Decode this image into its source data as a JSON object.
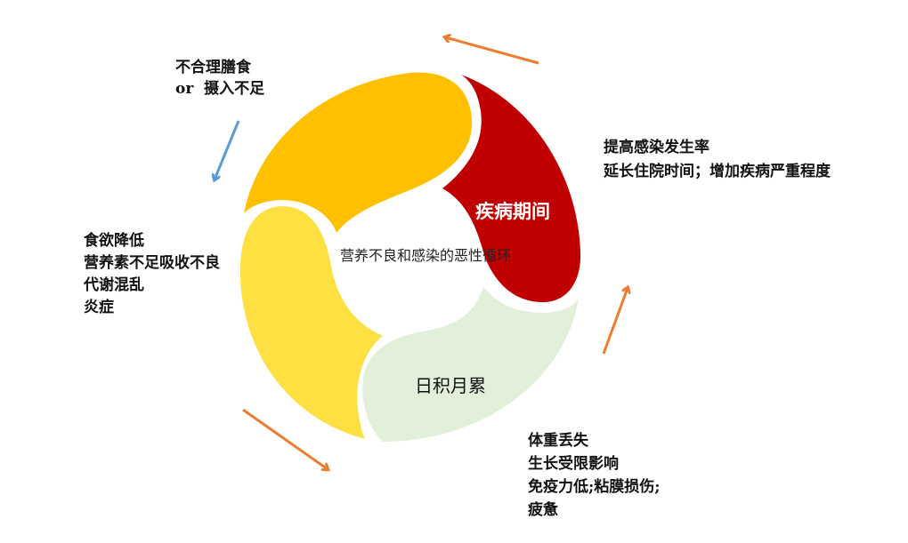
{
  "diagram": {
    "center_title": "营养不良和感染的恶性循环",
    "segments": [
      {
        "name": "poor-intake",
        "label": "",
        "color": "#FFC000"
      },
      {
        "name": "illness",
        "label": "疾病期间",
        "color": "#C00000"
      },
      {
        "name": "accumulation",
        "label": "日积月累",
        "color": "#E2EFD9"
      },
      {
        "name": "malabsorption",
        "label": "",
        "color": "#FFE043"
      }
    ],
    "notes": {
      "top_left": [
        "不合理膳食",
        "or  摄入不足"
      ],
      "left": [
        "食欲降低",
        "营养素不足吸收不良",
        "代谢混乱",
        "炎症"
      ],
      "right": [
        "提高感染发生率",
        "延长住院时间；增加疾病严重程度"
      ],
      "bottom_right": [
        "体重丢失",
        "生长受限影响",
        "免疫力低;粘膜损伤;",
        "疲惫"
      ]
    },
    "arrow_colors": {
      "orange": "#ED7D31",
      "blue": "#5B9BD5"
    }
  }
}
